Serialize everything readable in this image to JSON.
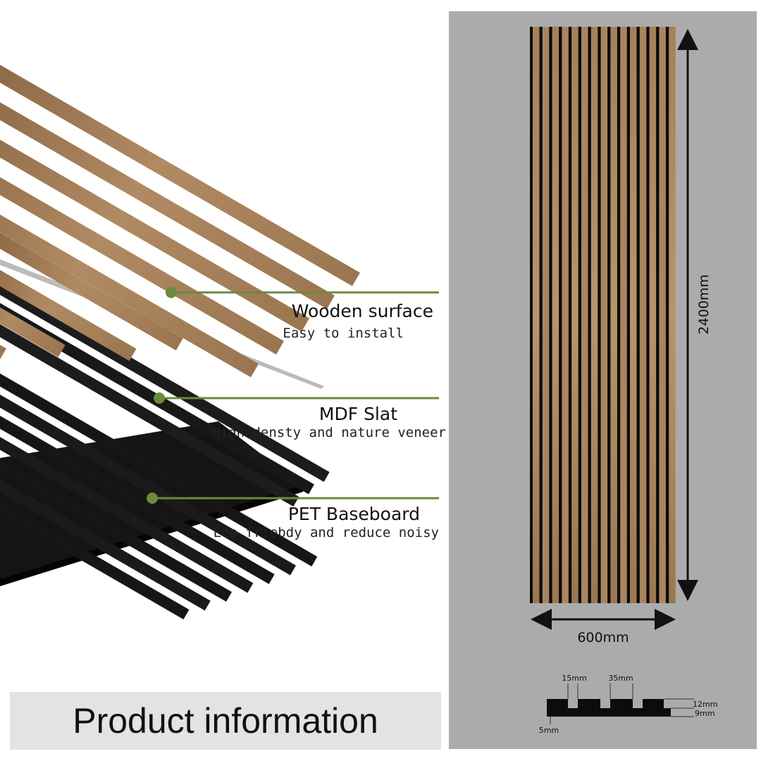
{
  "layers": [
    {
      "title": "Wooden surface",
      "subtitle": "Easy to install"
    },
    {
      "title": "MDF Slat",
      "subtitle": "High densty and  nature veneer"
    },
    {
      "title": "PET Baseboard",
      "subtitle": "Eco friebdy and reduce noisy"
    }
  ],
  "panel": {
    "height_label": "2400mm",
    "width_label": "600mm"
  },
  "profile": {
    "slat_spacing": "15mm",
    "slat_width": "35mm",
    "total_thickness": "12mm",
    "slat_thickness": "9mm",
    "base_thickness": "5mm"
  },
  "banner": {
    "text": "Product information"
  },
  "colors": {
    "leader_line": "#6b8a3e",
    "wood": "#a6815a",
    "slat_black": "#111111",
    "panel_bg": "#ababab"
  }
}
